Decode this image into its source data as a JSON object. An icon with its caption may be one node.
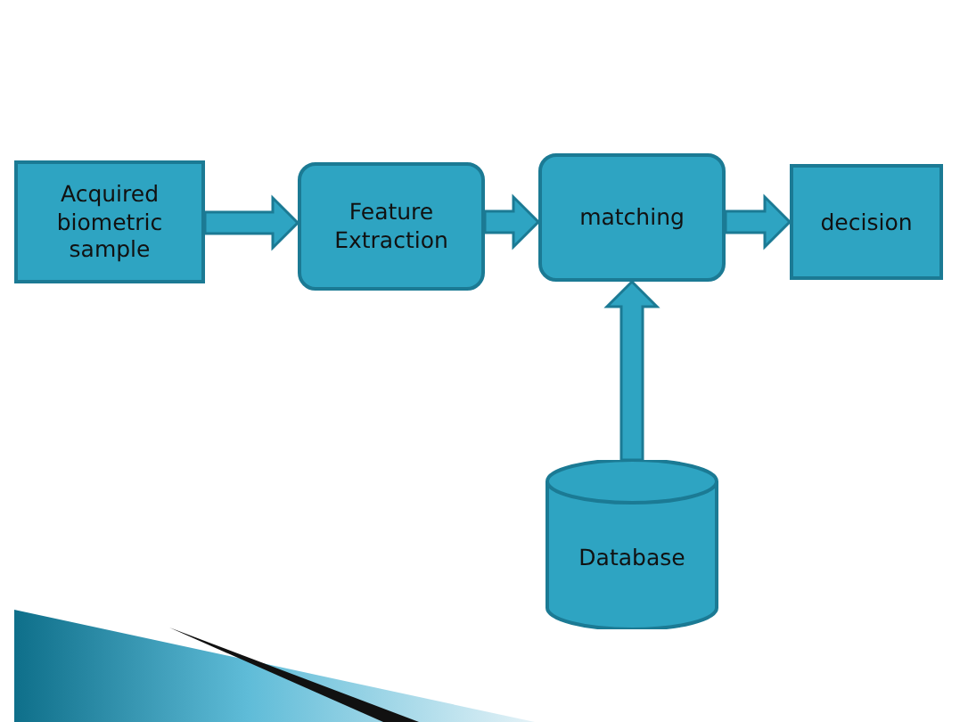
{
  "diagram": {
    "nodes": [
      {
        "text": [
          "Acquired biometric sample"
        ]
      },
      {
        "text": [
          "Feature Extraction"
        ]
      },
      {
        "text": [
          "matching"
        ]
      },
      {
        "text": [
          "decision"
        ]
      },
      {
        "text": [
          "Database"
        ]
      }
    ],
    "edges": [
      {
        "from": 0,
        "to": 1,
        "arrow": "to",
        "style": "thick"
      },
      {
        "from": 1,
        "to": 2,
        "arrow": "to",
        "style": "thick"
      },
      {
        "from": 2,
        "to": 3,
        "arrow": "to",
        "style": "thick"
      },
      {
        "from": 4,
        "to": 2,
        "arrow": "to",
        "style": "thick"
      }
    ]
  }
}
